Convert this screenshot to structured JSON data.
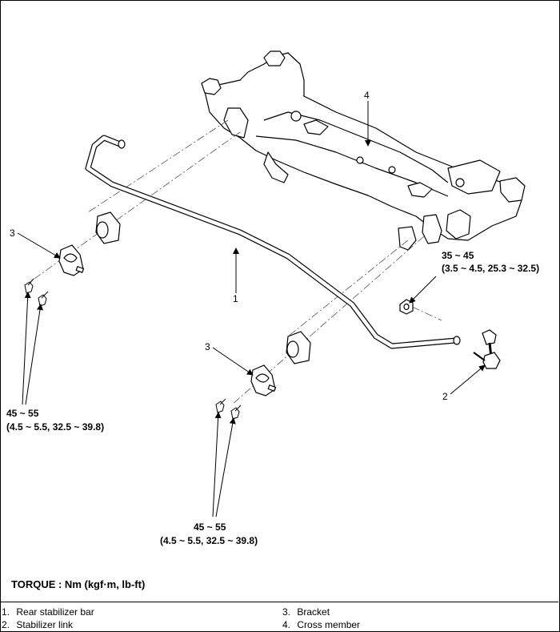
{
  "callouts": {
    "c1": "1",
    "c2": "2",
    "c3a": "3",
    "c3b": "3",
    "c4": "4"
  },
  "torques": {
    "right_link": {
      "range": "35 ~ 45",
      "detail": "(3.5 ~ 4.5, 25.3 ~ 32.5)"
    },
    "left_bracket": {
      "range": "45 ~ 55",
      "detail": "(4.5 ~ 5.5, 32.5 ~ 39.8)"
    },
    "center_bracket": {
      "range": "45 ~ 55",
      "detail": "(4.5 ~ 5.5, 32.5 ~ 39.8)"
    }
  },
  "torque_unit": "TORQUE : Nm (kgf·m, lb-ft)",
  "legend": [
    {
      "num": "1.",
      "text": "Rear stabilizer bar"
    },
    {
      "num": "2.",
      "text": "Stabilizer link"
    },
    {
      "num": "3.",
      "text": "Bracket"
    },
    {
      "num": "4.",
      "text": "Cross member"
    }
  ]
}
